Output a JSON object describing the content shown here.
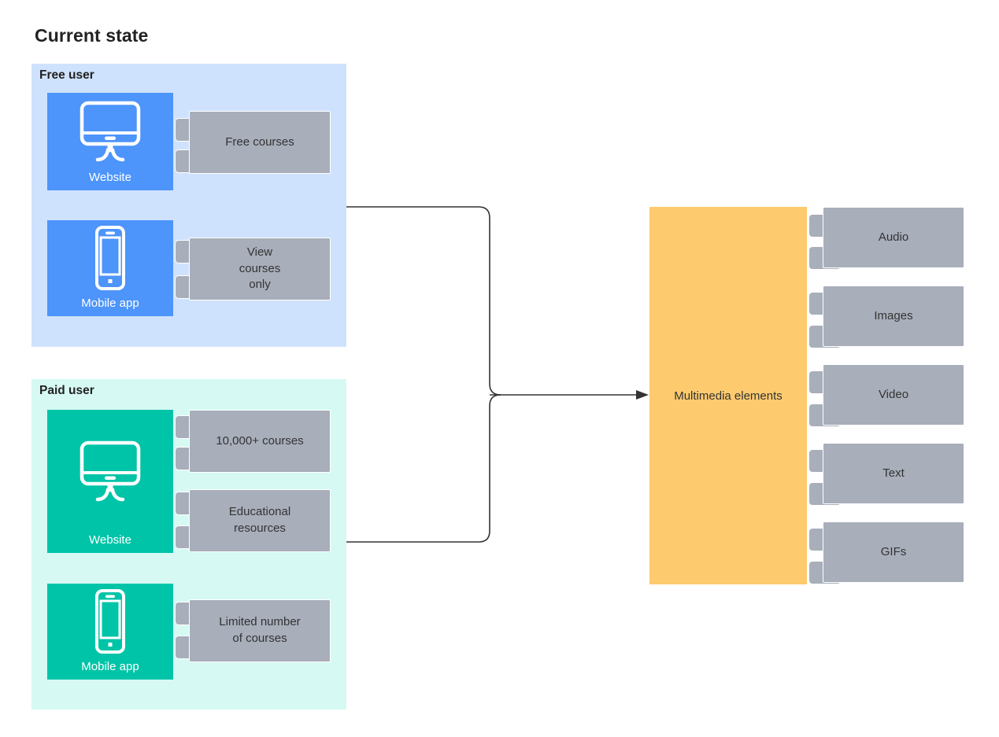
{
  "diagram": {
    "title": "Current state",
    "colors": {
      "free_panel_bg": "#cfe2fd",
      "paid_panel_bg": "#d6f9f3",
      "free_tile": "#4d94fb",
      "paid_tile": "#00c4a7",
      "info_box": "#a8aeba",
      "hub": "#fdca6e",
      "connector_line": "#333333",
      "text": "#333333"
    },
    "groups": [
      {
        "label": "Free user",
        "tiles": [
          {
            "icon": "desktop-monitor-icon",
            "label": "Website",
            "info": "Free courses"
          },
          {
            "icon": "mobile-phone-icon",
            "label": "Mobile app",
            "info": "View\ncourses\nonly"
          }
        ]
      },
      {
        "label": "Paid user",
        "tiles": [
          {
            "icon": "desktop-monitor-icon",
            "label": "Website",
            "info": "10,000+ courses"
          },
          {
            "icon": "desktop-monitor-icon",
            "label": "Website",
            "info": "Educational\nresources"
          },
          {
            "icon": "mobile-phone-icon",
            "label": "Mobile app",
            "info": "Limited number\nof courses"
          }
        ]
      }
    ],
    "hub": {
      "label": "Multimedia elements",
      "items": [
        {
          "label": "Audio"
        },
        {
          "label": "Images"
        },
        {
          "label": "Video"
        },
        {
          "label": "Text"
        },
        {
          "label": "GIFs"
        }
      ]
    }
  }
}
